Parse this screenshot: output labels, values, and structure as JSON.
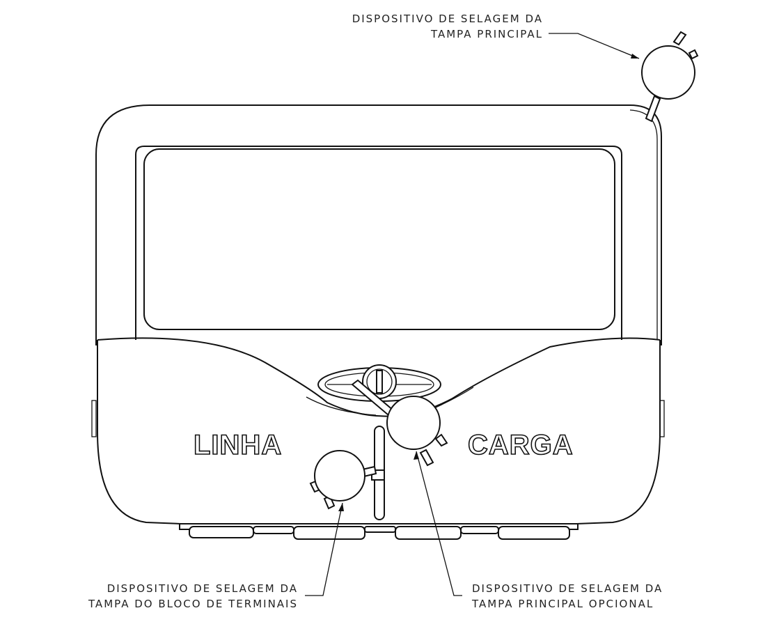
{
  "labels": {
    "main_cover_seal": {
      "line1": "DISPOSITIVO DE SELAGEM DA",
      "line2": "TAMPA PRINCIPAL"
    },
    "terminal_block_seal": {
      "line1": "DISPOSITIVO DE SELAGEM DA",
      "line2": "TAMPA DO BLOCO DE TERMINAIS"
    },
    "optional_main_cover_seal": {
      "line1": "DISPOSITIVO DE SELAGEM DA",
      "line2": "TAMPA PRINCIPAL OPCIONAL"
    }
  },
  "device": {
    "left_label": "LINHA",
    "right_label": "CARGA"
  },
  "colors": {
    "line": "#111111",
    "background": "#ffffff"
  }
}
